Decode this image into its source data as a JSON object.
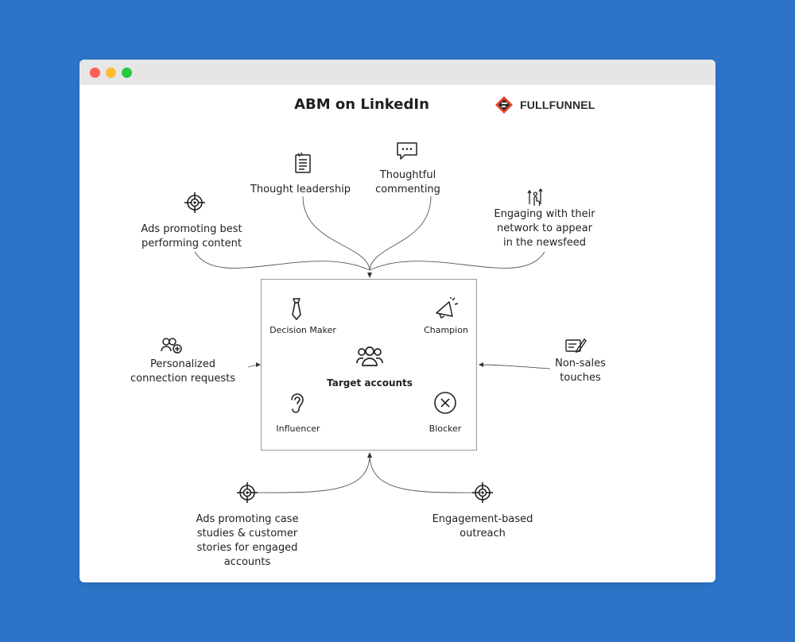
{
  "window": {
    "controls": [
      "close",
      "minimize",
      "zoom"
    ],
    "control_colors": [
      "#ff5f57",
      "#febc2e",
      "#28c840"
    ]
  },
  "diagram": {
    "title": "ABM on LinkedIn",
    "brand": "FULLFUNNEL",
    "brand_color": "#e0452e",
    "center": {
      "label": "Target accounts",
      "roles": [
        "Decision Maker",
        "Champion",
        "Influencer",
        "Blocker"
      ]
    },
    "inputs": {
      "ads_best": [
        "Ads promoting best",
        "performing content"
      ],
      "thought_leadership": "Thought leadership",
      "commenting": [
        "Thoughtful",
        "commenting"
      ],
      "engaging": [
        "Engaging with their",
        "network to appear",
        "in the newsfeed"
      ],
      "connection": [
        "Personalized",
        "connection requests"
      ],
      "non_sales": [
        "Non-sales",
        "touches"
      ],
      "ads_case": [
        "Ads promoting case",
        "studies & customer",
        "stories for engaged",
        "accounts"
      ],
      "outreach": [
        "Engagement-based",
        "outreach"
      ]
    }
  }
}
